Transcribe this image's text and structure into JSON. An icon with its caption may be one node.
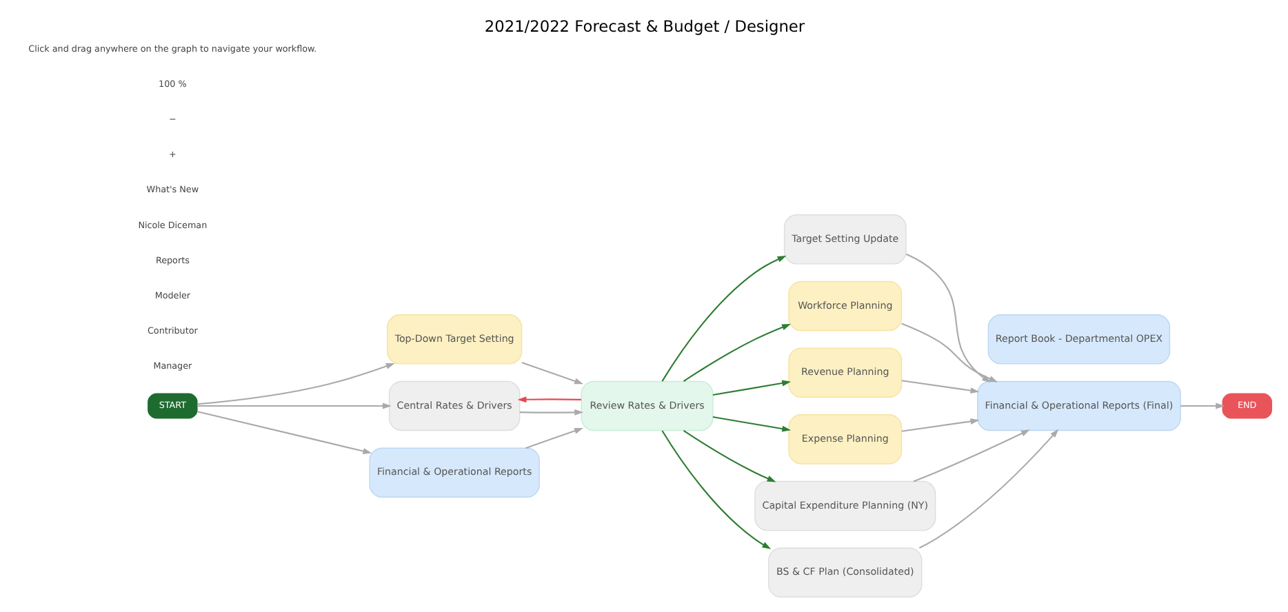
{
  "diagram": {
    "title": "2021/2022 Forecast & Budget / Designer",
    "nodes": [
      {
        "text": [
          "START"
        ]
      },
      {
        "text": [
          "Top-Down Target Setting"
        ]
      },
      {
        "text": [
          "Central Rates & Drivers"
        ]
      },
      {
        "text": [
          "Financial & Operational Reports"
        ]
      },
      {
        "text": [
          "Review Rates & Drivers"
        ]
      },
      {
        "text": [
          "Target Setting Update"
        ]
      },
      {
        "text": [
          "Workforce Planning"
        ]
      },
      {
        "text": [
          "Revenue Planning"
        ]
      },
      {
        "text": [
          "Expense Planning"
        ]
      },
      {
        "text": [
          "Capital Expenditure Planning (NY)"
        ]
      },
      {
        "text": [
          "BS & CF Plan (Consolidated)"
        ]
      },
      {
        "text": [
          "Report Book - Departmental OPEX"
        ]
      },
      {
        "text": [
          "Financial & Operational Reports (Final)"
        ]
      },
      {
        "text": [
          "END"
        ]
      }
    ],
    "edges": [
      {
        "from": 0,
        "to": 1,
        "arrow": "to"
      },
      {
        "from": 0,
        "to": 2,
        "arrow": "to"
      },
      {
        "from": 0,
        "to": 3,
        "arrow": "to"
      },
      {
        "from": 1,
        "to": 4,
        "arrow": "to"
      },
      {
        "from": 2,
        "to": 4,
        "arrow": "to"
      },
      {
        "from": 3,
        "to": 4,
        "arrow": "to"
      },
      {
        "from": 4,
        "to": 2,
        "arrow": "to",
        "color": "#e8474f"
      },
      {
        "from": 4,
        "to": 5,
        "arrow": "to",
        "color": "#2e7d32"
      },
      {
        "from": 4,
        "to": 6,
        "arrow": "to",
        "color": "#2e7d32"
      },
      {
        "from": 4,
        "to": 7,
        "arrow": "to",
        "color": "#2e7d32"
      },
      {
        "from": 4,
        "to": 8,
        "arrow": "to",
        "color": "#2e7d32"
      },
      {
        "from": 4,
        "to": 9,
        "arrow": "to",
        "color": "#2e7d32"
      },
      {
        "from": 4,
        "to": 10,
        "arrow": "to",
        "color": "#2e7d32"
      },
      {
        "from": 5,
        "to": 12,
        "arrow": "to"
      },
      {
        "from": 6,
        "to": 12,
        "arrow": "to"
      },
      {
        "from": 7,
        "to": 12,
        "arrow": "to"
      },
      {
        "from": 8,
        "to": 12,
        "arrow": "to"
      },
      {
        "from": 9,
        "to": 12,
        "arrow": "to"
      },
      {
        "from": 10,
        "to": 12,
        "arrow": "to"
      },
      {
        "from": 12,
        "to": 13,
        "arrow": "to"
      }
    ],
    "labels": [
      "Manager",
      "Contributor",
      "Modeler",
      "Reports",
      "Nicole Diceman",
      "What's New",
      "+",
      "−",
      "100 %",
      "Click and drag anywhere on the graph to navigate your workflow."
    ]
  }
}
